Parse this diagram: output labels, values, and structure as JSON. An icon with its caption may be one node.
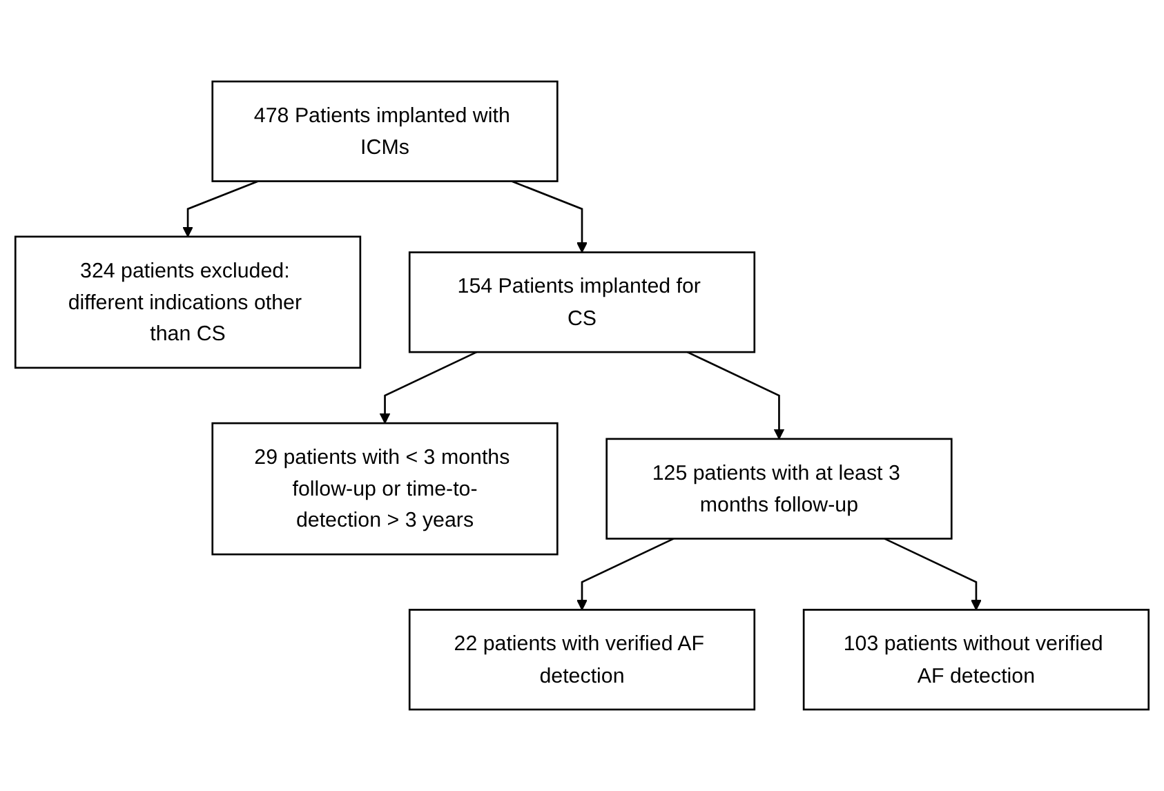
{
  "diagram": {
    "nodes": [
      {
        "text": [
          "478 Patients implanted with ICMs"
        ]
      },
      {
        "text": [
          "324 patients excluded: different indications other than CS"
        ]
      },
      {
        "text": [
          "154 Patients implanted for CS"
        ]
      },
      {
        "text": [
          "29 patients with < 3 months follow-up or time-to-detection > 3 years"
        ]
      },
      {
        "text": [
          "125 patients with at least 3 months follow-up"
        ]
      },
      {
        "text": [
          "22 patients with verified AF detection"
        ]
      },
      {
        "text": [
          "103 patients without verified AF detection"
        ]
      }
    ],
    "edges": [
      {
        "from": 0,
        "to": 2,
        "arrow": "to"
      },
      {
        "from": 0,
        "to": 1,
        "arrow": "to"
      },
      {
        "from": 2,
        "to": 4,
        "arrow": "to"
      },
      {
        "from": 2,
        "to": 3,
        "arrow": "to"
      },
      {
        "from": 4,
        "to": 5,
        "arrow": "to"
      },
      {
        "from": 4,
        "to": 6,
        "arrow": "to"
      }
    ]
  }
}
